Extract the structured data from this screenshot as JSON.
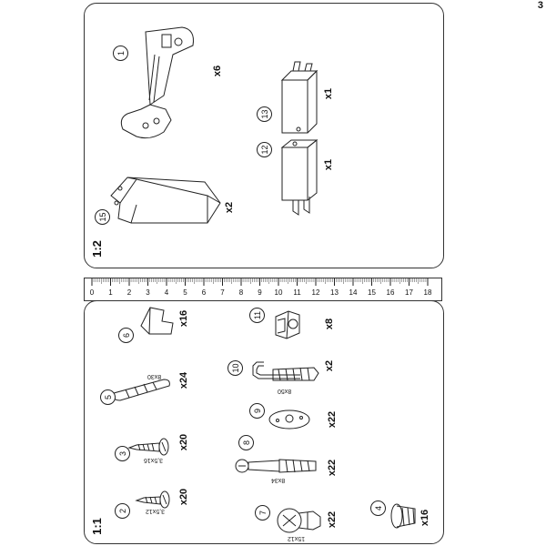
{
  "page_number": "3",
  "top_panel": {
    "scale": "1:2",
    "parts": [
      {
        "id": "1",
        "qty": "x6"
      },
      {
        "id": "13",
        "qty": "x1"
      },
      {
        "id": "12",
        "qty": "x1"
      },
      {
        "id": "15",
        "qty": "x2"
      }
    ]
  },
  "ruler": {
    "ticks": [
      "0",
      "1",
      "2",
      "3",
      "4",
      "5",
      "6",
      "7",
      "8",
      "9",
      "10",
      "11",
      "12",
      "13",
      "14",
      "15",
      "16",
      "17",
      "18"
    ]
  },
  "bottom_panel": {
    "scale": "1:1",
    "parts": [
      {
        "id": "6",
        "qty": "x16",
        "dim": ""
      },
      {
        "id": "5",
        "qty": "x24",
        "dim": "8x30"
      },
      {
        "id": "3",
        "qty": "x20",
        "dim": "3,5x16"
      },
      {
        "id": "2",
        "qty": "x20",
        "dim": "3,5x12"
      },
      {
        "id": "11",
        "qty": "x8",
        "dim": ""
      },
      {
        "id": "10",
        "qty": "x2",
        "dim": "8x50"
      },
      {
        "id": "9",
        "qty": "x22",
        "dim": ""
      },
      {
        "id": "8",
        "qty": "x22",
        "dim": "8x34"
      },
      {
        "id": "7",
        "qty": "x22",
        "dim": "15x12"
      },
      {
        "id": "4",
        "qty": "x16",
        "dim": ""
      }
    ]
  }
}
